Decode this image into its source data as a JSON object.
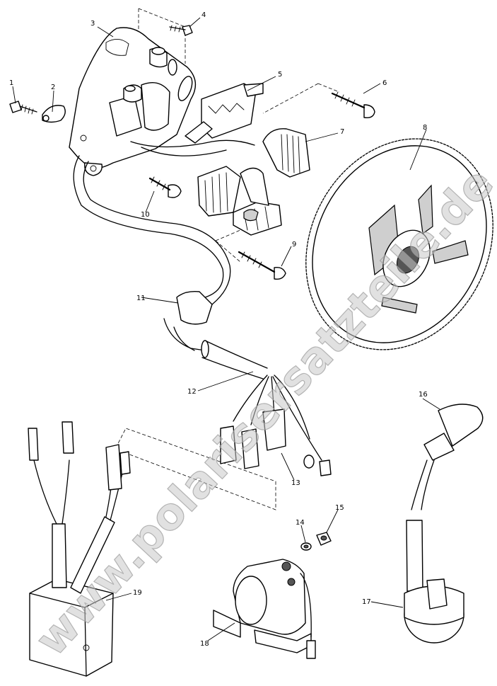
{
  "watermark": "www.polarisersatzteile.de",
  "callouts": {
    "c1": "1",
    "c2": "2",
    "c3": "3",
    "c4": "4",
    "c5": "5",
    "c6": "6",
    "c7": "7",
    "c8": "8",
    "c9": "9",
    "c10": "10",
    "c11": "11",
    "c12": "12",
    "c13": "13",
    "c14": "14",
    "c15": "15",
    "c16": "16",
    "c17": "17",
    "c18": "18",
    "c19": "19"
  }
}
